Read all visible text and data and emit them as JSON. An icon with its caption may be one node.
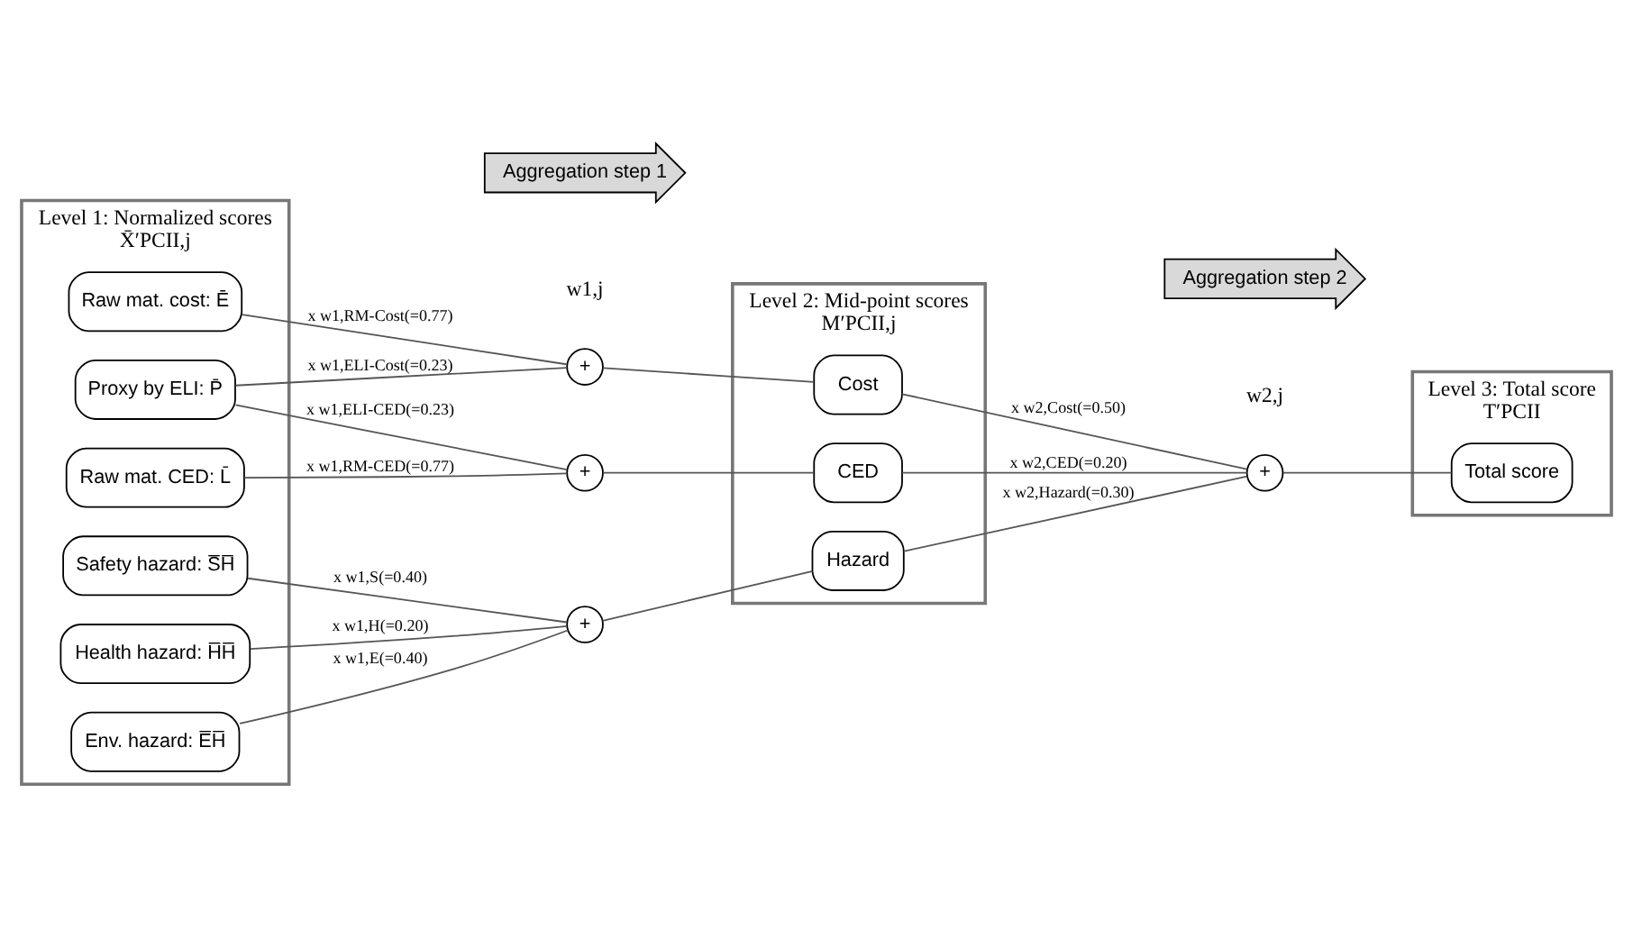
{
  "diagram": {
    "nodes": [
      {
        "text": [
          "Level 1: Normalized scores",
          "X̄′PCII,j"
        ]
      },
      {
        "text": [
          "Raw mat. cost: Ē"
        ],
        "in": 0
      },
      {
        "text": [
          "Proxy by ELI: P̄"
        ],
        "in": 0
      },
      {
        "text": [
          "Raw mat. CED: L̄"
        ],
        "in": 0
      },
      {
        "text": [
          "Safety hazard: S̅H̅"
        ],
        "in": 0
      },
      {
        "text": [
          "Health hazard: H̅H̅"
        ],
        "in": 0
      },
      {
        "text": [
          "Env. hazard: E̅H̅"
        ],
        "in": 0
      },
      {
        "text": [
          "Aggregation step 1"
        ]
      },
      {
        "text": [
          "Level 2: Mid-point scores",
          "M′PCII,j"
        ]
      },
      {
        "text": [
          "Cost"
        ],
        "in": 8
      },
      {
        "text": [
          "CED"
        ],
        "in": 8
      },
      {
        "text": [
          "Hazard"
        ],
        "in": 8
      },
      {
        "text": [
          "Aggregation step 2"
        ]
      },
      {
        "text": [
          "Level 3: Total score",
          "T′PCII"
        ]
      },
      {
        "text": [
          "Total score"
        ],
        "in": 13
      },
      {
        "text": [
          "+"
        ]
      },
      {
        "text": [
          "+"
        ]
      },
      {
        "text": [
          "+"
        ]
      },
      {
        "text": [
          "+"
        ]
      }
    ],
    "edges": [
      {
        "from": 1,
        "to": 15,
        "arrow": "none",
        "label": "x w1,RM-Cost(=0.77)"
      },
      {
        "from": 2,
        "to": 15,
        "arrow": "none",
        "label": "x w1,ELI-Cost(=0.23)"
      },
      {
        "from": 2,
        "to": 16,
        "arrow": "none",
        "label": "x w1,ELI-CED(=0.23)"
      },
      {
        "from": 3,
        "to": 16,
        "arrow": "none",
        "label": "x w1,RM-CED(=0.77)"
      },
      {
        "from": 4,
        "to": 17,
        "arrow": "none",
        "label": "x w1,S(=0.40)"
      },
      {
        "from": 5,
        "to": 17,
        "arrow": "none",
        "label": "x w1,H(=0.20)"
      },
      {
        "from": 6,
        "to": 17,
        "arrow": "none",
        "label": "x w1,E(=0.40)"
      },
      {
        "from": 15,
        "to": 9,
        "arrow": "none"
      },
      {
        "from": 16,
        "to": 10,
        "arrow": "none"
      },
      {
        "from": 17,
        "to": 11,
        "arrow": "none"
      },
      {
        "from": 9,
        "to": 18,
        "arrow": "none",
        "label": "x w2,Cost(=0.50)"
      },
      {
        "from": 10,
        "to": 18,
        "arrow": "none",
        "label": "x w2,CED(=0.20)"
      },
      {
        "from": 11,
        "to": 18,
        "arrow": "none",
        "label": "x w2,Hazard(=0.30)"
      },
      {
        "from": 18,
        "to": 14,
        "arrow": "none"
      }
    ],
    "labels": [
      "w1,j",
      "w2,j"
    ]
  }
}
